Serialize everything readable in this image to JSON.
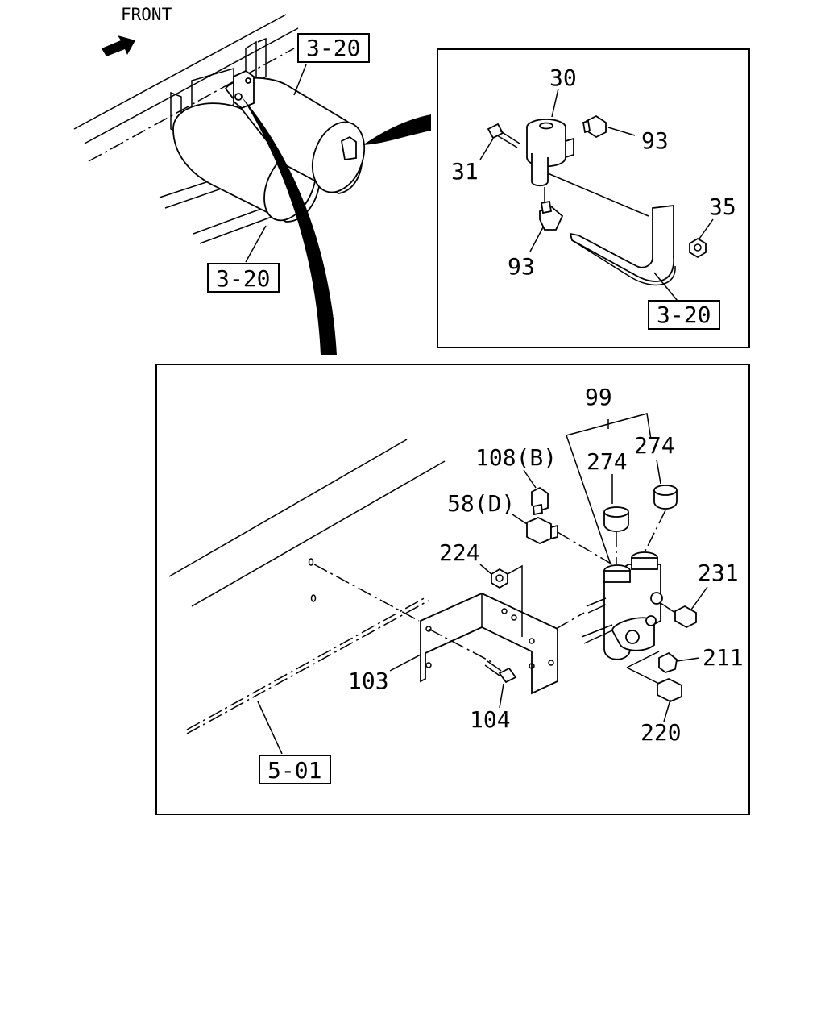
{
  "header": {
    "front_label": "FRONT"
  },
  "overview": {
    "ref_top": "3-20",
    "ref_bottom": "3-20"
  },
  "inset_top": {
    "ref": "3-20",
    "parts": [
      "30",
      "31",
      "93",
      "93",
      "35"
    ]
  },
  "inset_bottom": {
    "ref": "5-01",
    "parts": [
      "99",
      "274",
      "274",
      "108(B)",
      "58(D)",
      "224",
      "231",
      "211",
      "220",
      "103",
      "104"
    ]
  }
}
